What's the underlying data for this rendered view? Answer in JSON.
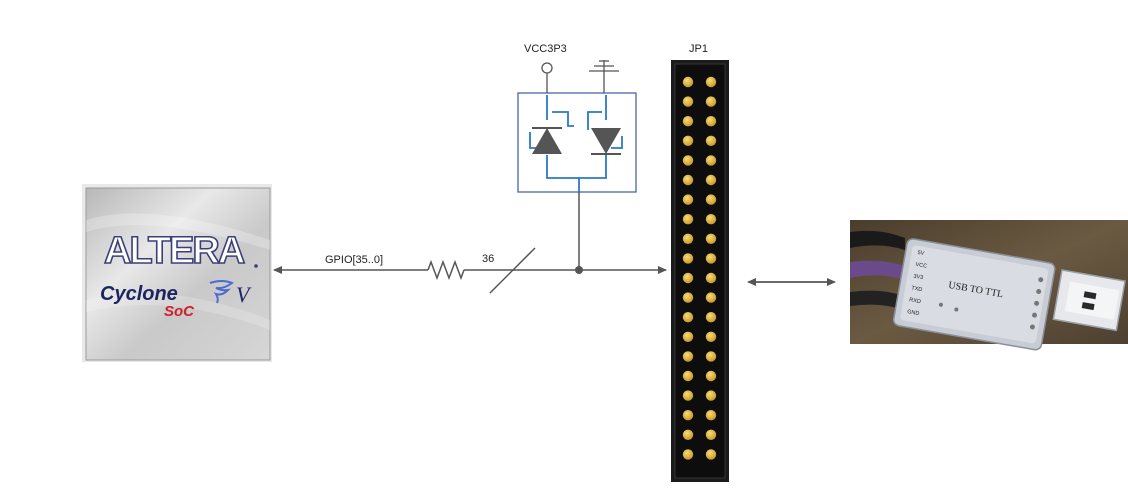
{
  "fpga_chip": {
    "brand": "ALTERA",
    "family": "Cyclone",
    "generation": "V",
    "variant": "SoC"
  },
  "bus": {
    "signal_label": "GPIO[35..0]",
    "width_label": "36"
  },
  "protection": {
    "supply_label": "VCC3P3"
  },
  "header": {
    "label": "JP1",
    "rows": 20,
    "columns": 2,
    "pin_color": "#e0b43a"
  },
  "usb_module": {
    "text": "USB TO TTL",
    "pin_labels": [
      "5V",
      "VCC",
      "3V3",
      "TXD",
      "RXD",
      "GND"
    ]
  },
  "colors": {
    "wire": "#555555",
    "protection_box": "#3a5aa0",
    "protection_trace": "#2a78c8",
    "diode": "#555555"
  }
}
